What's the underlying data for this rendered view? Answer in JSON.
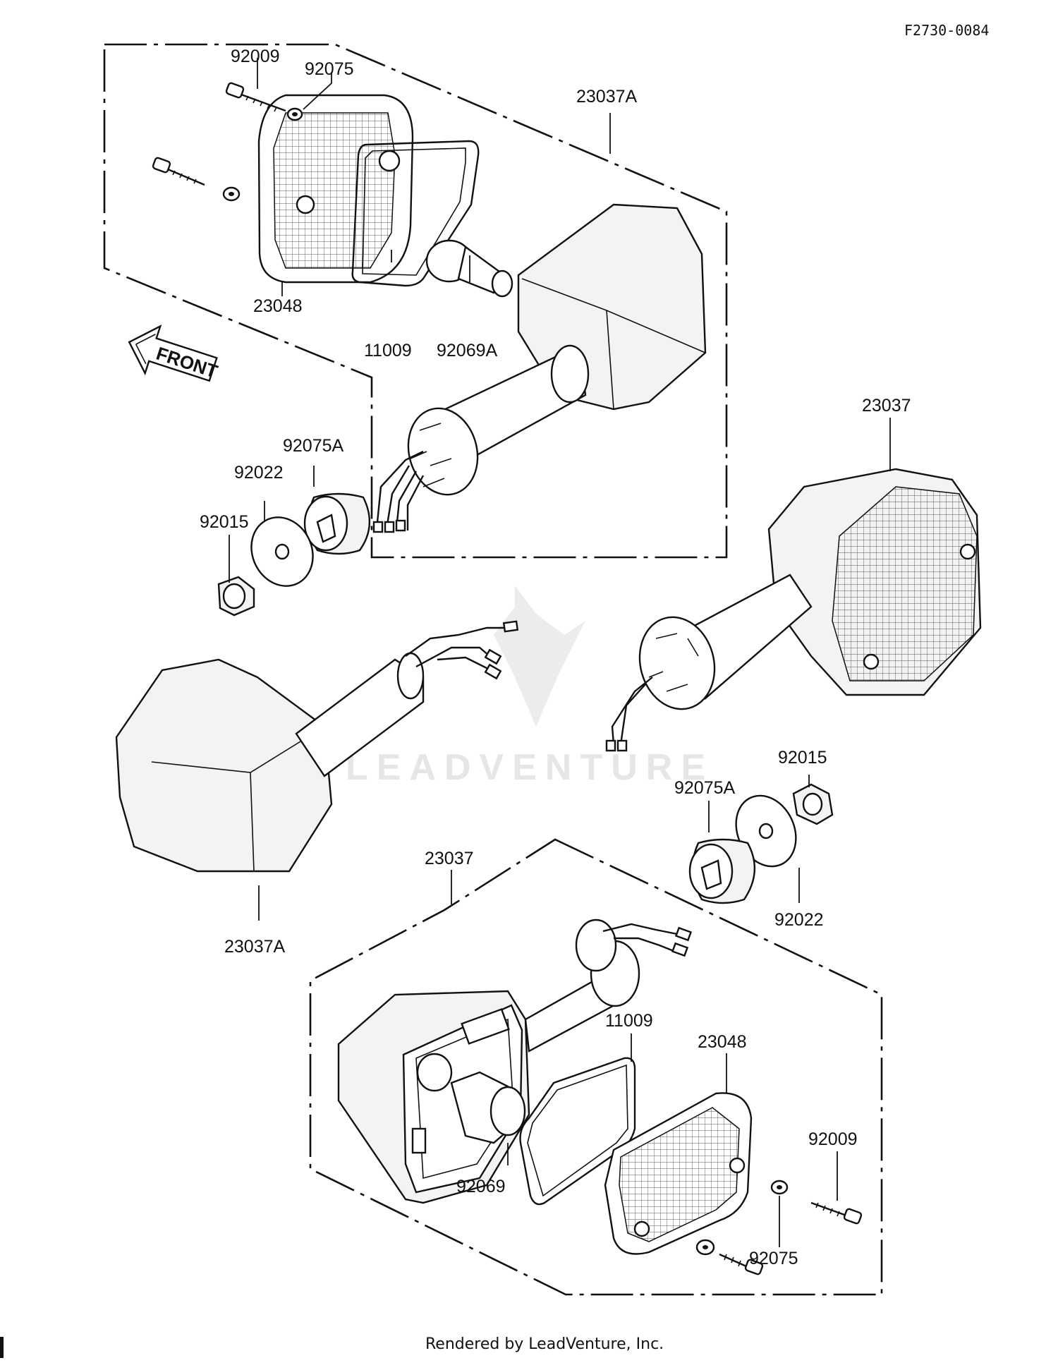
{
  "diagram_code": "F2730-0084",
  "footer": "Rendered by LeadVenture, Inc.",
  "watermark": "LEADVENTURE",
  "front_label": "FRONT",
  "labels": {
    "top_92009": "92009",
    "top_92075": "92075",
    "top_23037A": "23037A",
    "top_23048": "23048",
    "top_11009": "11009",
    "top_92069A": "92069A",
    "left_92075A": "92075A",
    "left_92022": "92022",
    "left_92015": "92015",
    "right_23037": "23037",
    "left_23037A": "23037A",
    "right_92015": "92015",
    "right_92075A": "92075A",
    "right_92022": "92022",
    "bottom_23037": "23037",
    "bottom_11009": "11009",
    "bottom_23048": "23048",
    "bottom_92009": "92009",
    "bottom_92069": "92069",
    "bottom_92075": "92075"
  }
}
